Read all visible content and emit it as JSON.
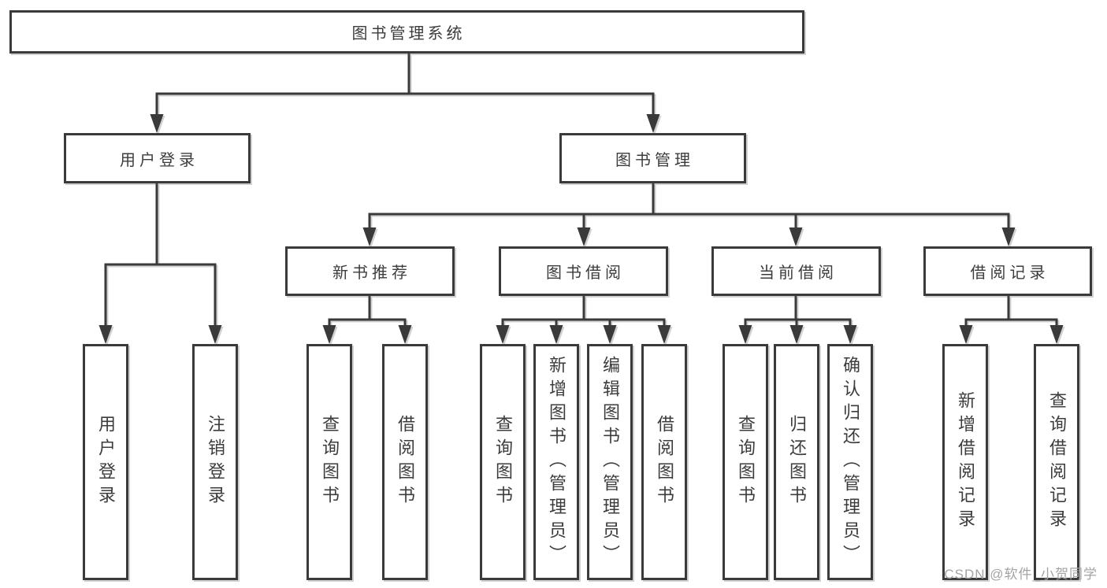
{
  "diagram": {
    "type": "tree",
    "root": {
      "label": "图书管理系统"
    },
    "level2": [
      {
        "label": "用户登录"
      },
      {
        "label": "图书管理"
      }
    ],
    "level3": [
      {
        "label": "新书推荐",
        "parent": "图书管理"
      },
      {
        "label": "图书借阅",
        "parent": "图书管理"
      },
      {
        "label": "当前借阅",
        "parent": "图书管理"
      },
      {
        "label": "借阅记录",
        "parent": "图书管理"
      }
    ],
    "leaves": [
      {
        "label": "用户登录",
        "parent": "用户登录"
      },
      {
        "label": "注销登录",
        "parent": "用户登录"
      },
      {
        "label": "查询图书",
        "parent": "新书推荐"
      },
      {
        "label": "借阅图书",
        "parent": "新书推荐"
      },
      {
        "label": "查询图书",
        "parent": "图书借阅"
      },
      {
        "label": "新增图书（管理员）",
        "parent": "图书借阅"
      },
      {
        "label": "编辑图书（管理员）",
        "parent": "图书借阅"
      },
      {
        "label": "借阅图书",
        "parent": "图书借阅"
      },
      {
        "label": "查询图书",
        "parent": "当前借阅"
      },
      {
        "label": "归还图书",
        "parent": "当前借阅"
      },
      {
        "label": "确认归还（管理员）",
        "parent": "当前借阅"
      },
      {
        "label": "新增借阅记录",
        "parent": "借阅记录"
      },
      {
        "label": "查询借阅记录",
        "parent": "借阅记录"
      }
    ],
    "colors": {
      "line": "#3a3a3a",
      "text": "#3c3c3c",
      "box_background": "#ffffff",
      "watermark": "#a3a3a3"
    }
  },
  "watermark": {
    "text": "CSDN @软件_小贺同学"
  }
}
